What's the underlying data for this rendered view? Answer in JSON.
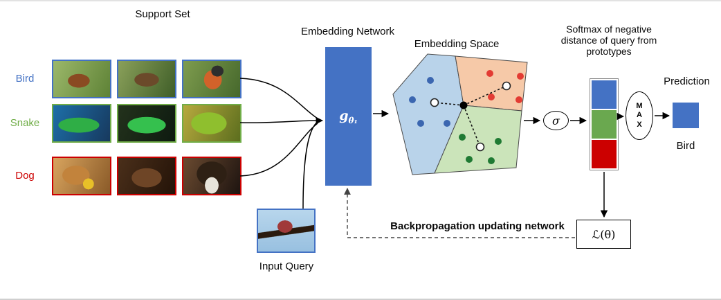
{
  "support_set": {
    "title": "Support Set",
    "rows": [
      {
        "label": "Bird",
        "color": "#4472c4"
      },
      {
        "label": "Snake",
        "color": "#70ad47"
      },
      {
        "label": "Dog",
        "color": "#cc0000"
      }
    ]
  },
  "input_query": {
    "label": "Input Query"
  },
  "embedding_network": {
    "title": "Embedding Network",
    "symbol_base": "g",
    "symbol_sub": "θ₁",
    "color": "#4472c4"
  },
  "embedding_space": {
    "title": "Embedding Space",
    "regions": [
      {
        "class": "Bird",
        "fill": "#b9d3ea"
      },
      {
        "class": "Dog",
        "fill": "#f6c9a8"
      },
      {
        "class": "Snake",
        "fill": "#cbe4ba"
      }
    ],
    "point_colors": {
      "bird": "#3b66b0",
      "dog": "#e33b33",
      "snake": "#1f7a33",
      "prototype": "#ffffff",
      "query": "#000000"
    }
  },
  "softmax": {
    "label": "Softmax of negative distance of query from prototypes",
    "symbol": "σ"
  },
  "distance_bars": [
    {
      "class": "Bird",
      "color": "#4472c4"
    },
    {
      "class": "Snake",
      "color": "#6aa84f"
    },
    {
      "class": "Dog",
      "color": "#cc0000"
    }
  ],
  "max_node": {
    "label": "M\nA\nX"
  },
  "prediction": {
    "title": "Prediction",
    "value": "Bird",
    "color": "#4472c4"
  },
  "loss": {
    "label": "ℒ(θ)"
  },
  "backprop": {
    "label": "Backpropagation updating network"
  }
}
